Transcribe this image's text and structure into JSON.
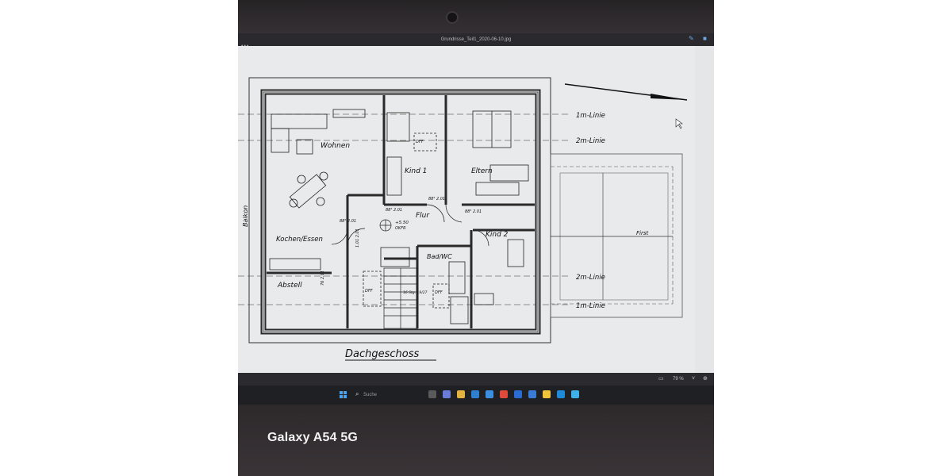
{
  "window": {
    "title": "Grundrisse_Teil1_2020-06-10.jpg"
  },
  "plan": {
    "floor_title": "Dachgeschoss",
    "rooms": {
      "wohnen": "Wohnen",
      "kind1": "Kind 1",
      "eltern": "Eltern",
      "flur": "Flur",
      "kochen": "Kochen/Essen",
      "kind2": "Kind 2",
      "bad": "Bad/WC",
      "abstell": "Abstell",
      "balkon": "Balkon",
      "first": "First"
    },
    "lines": {
      "line1_top": "1m-Linie",
      "line2_top": "2m-Linie",
      "line2_bottom": "2m-Linie",
      "line1_bottom": "1m-Linie"
    },
    "dims": {
      "door_flur": "88⁵ 2.01",
      "door_kind1": "88⁵ 2.01",
      "door_eltern": "88⁵ 2.01",
      "door_bad": "88⁵ 2.01",
      "door_kochen": "1.01 2.01",
      "door_abstell": "76 2.01",
      "height": "+5.50",
      "height_sub": "OKFR",
      "stairs": "16 Stg. 19/27",
      "dff_1": "DFF",
      "dff_2": "DFF",
      "dff_3": "DFF"
    }
  },
  "status": {
    "zoom": "79 %"
  },
  "taskbar": {
    "search_placeholder": "Suche"
  },
  "watermark": "Galaxy A54 5G",
  "colors": {
    "wall": "#2a2a2a",
    "paper": "#e9eaeb",
    "accent": "#4aa3f0"
  }
}
